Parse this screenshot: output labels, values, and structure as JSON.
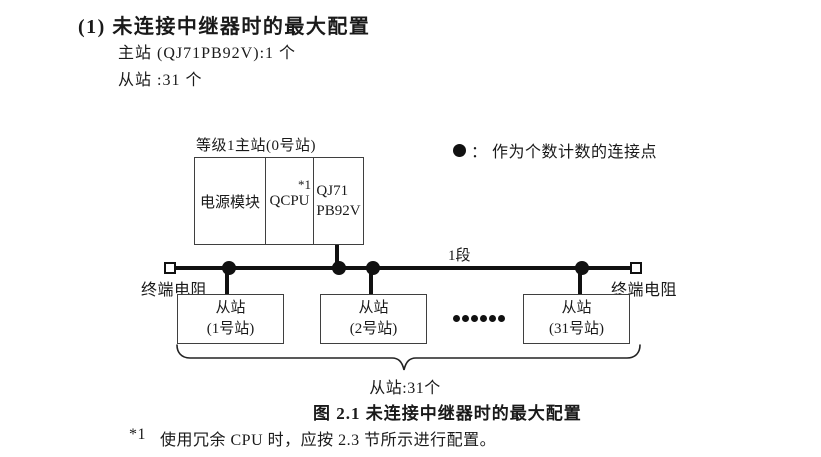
{
  "page": {
    "heading": "(1) 未连接中继器时的最大配置",
    "spec_lines": [
      "主站 (QJ71PB92V):1 个",
      "从站 :31 个"
    ],
    "caption": "图 2.1 未连接中继器时的最大配置",
    "footnote": {
      "marker": "*1",
      "text": "使用冗余 CPU 时，应按 2.3 节所示进行配置。"
    }
  },
  "diagram": {
    "master_label": "等级1主站(0号站)",
    "master_modules": [
      {
        "line1": "电源模块"
      },
      {
        "line1": "QCPU",
        "note": "*1"
      },
      {
        "line1": "QJ71",
        "line2": "PB92V"
      }
    ],
    "legend": {
      "symbol": "connection-count-dot",
      "text": "：  作为个数计数的连接点"
    },
    "segment_label": "1段",
    "terminator_left": "终端电阻",
    "terminator_right": "终端电阻",
    "slaves": [
      {
        "line1": "从站",
        "line2": "(1号站)"
      },
      {
        "line1": "从站",
        "line2": "(2号站)"
      },
      {
        "line1": "从站",
        "line2": "(31号站)"
      }
    ],
    "ellipsis_dot_count": 6,
    "brace_label": "从站:31个",
    "colors": {
      "ink": "#1a1a1a",
      "line": "#111111",
      "box_border": "#3f3f3f",
      "background": "#ffffff"
    }
  }
}
